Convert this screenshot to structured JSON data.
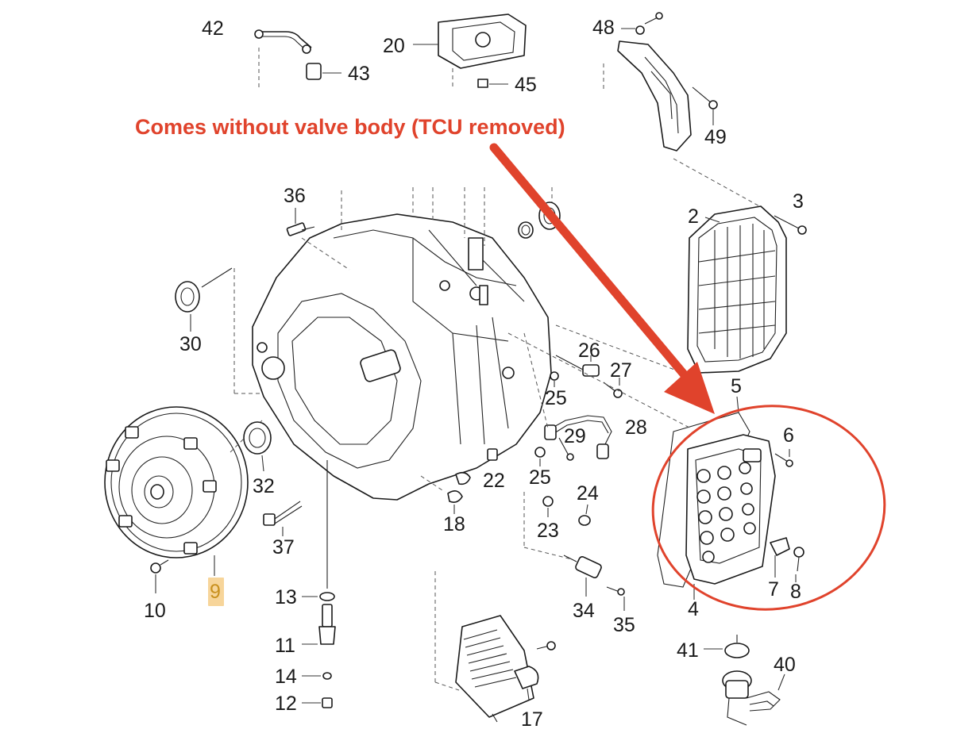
{
  "annotation": {
    "text": "Comes without valve body (TCU removed)",
    "color": "#e0432c",
    "highlight_color": "#f7d59a"
  },
  "callouts": {
    "c42": "42",
    "c43": "43",
    "c20": "20",
    "c45": "45",
    "c48": "48",
    "c49": "49",
    "c36": "36",
    "c2": "2",
    "c3": "3",
    "c30": "30",
    "c26": "26",
    "c27": "27",
    "c25a": "25",
    "c5": "5",
    "c28": "28",
    "c29": "29",
    "c6": "6",
    "c32": "32",
    "c22": "22",
    "c25b": "25",
    "c18": "18",
    "c24": "24",
    "c23": "23",
    "c37": "37",
    "c9": "9",
    "c10": "10",
    "c13": "13",
    "c34": "34",
    "c35": "35",
    "c7": "7",
    "c8": "8",
    "c4": "4",
    "c11": "11",
    "c41": "41",
    "c40": "40",
    "c14": "14",
    "c12": "12",
    "c17": "17"
  }
}
